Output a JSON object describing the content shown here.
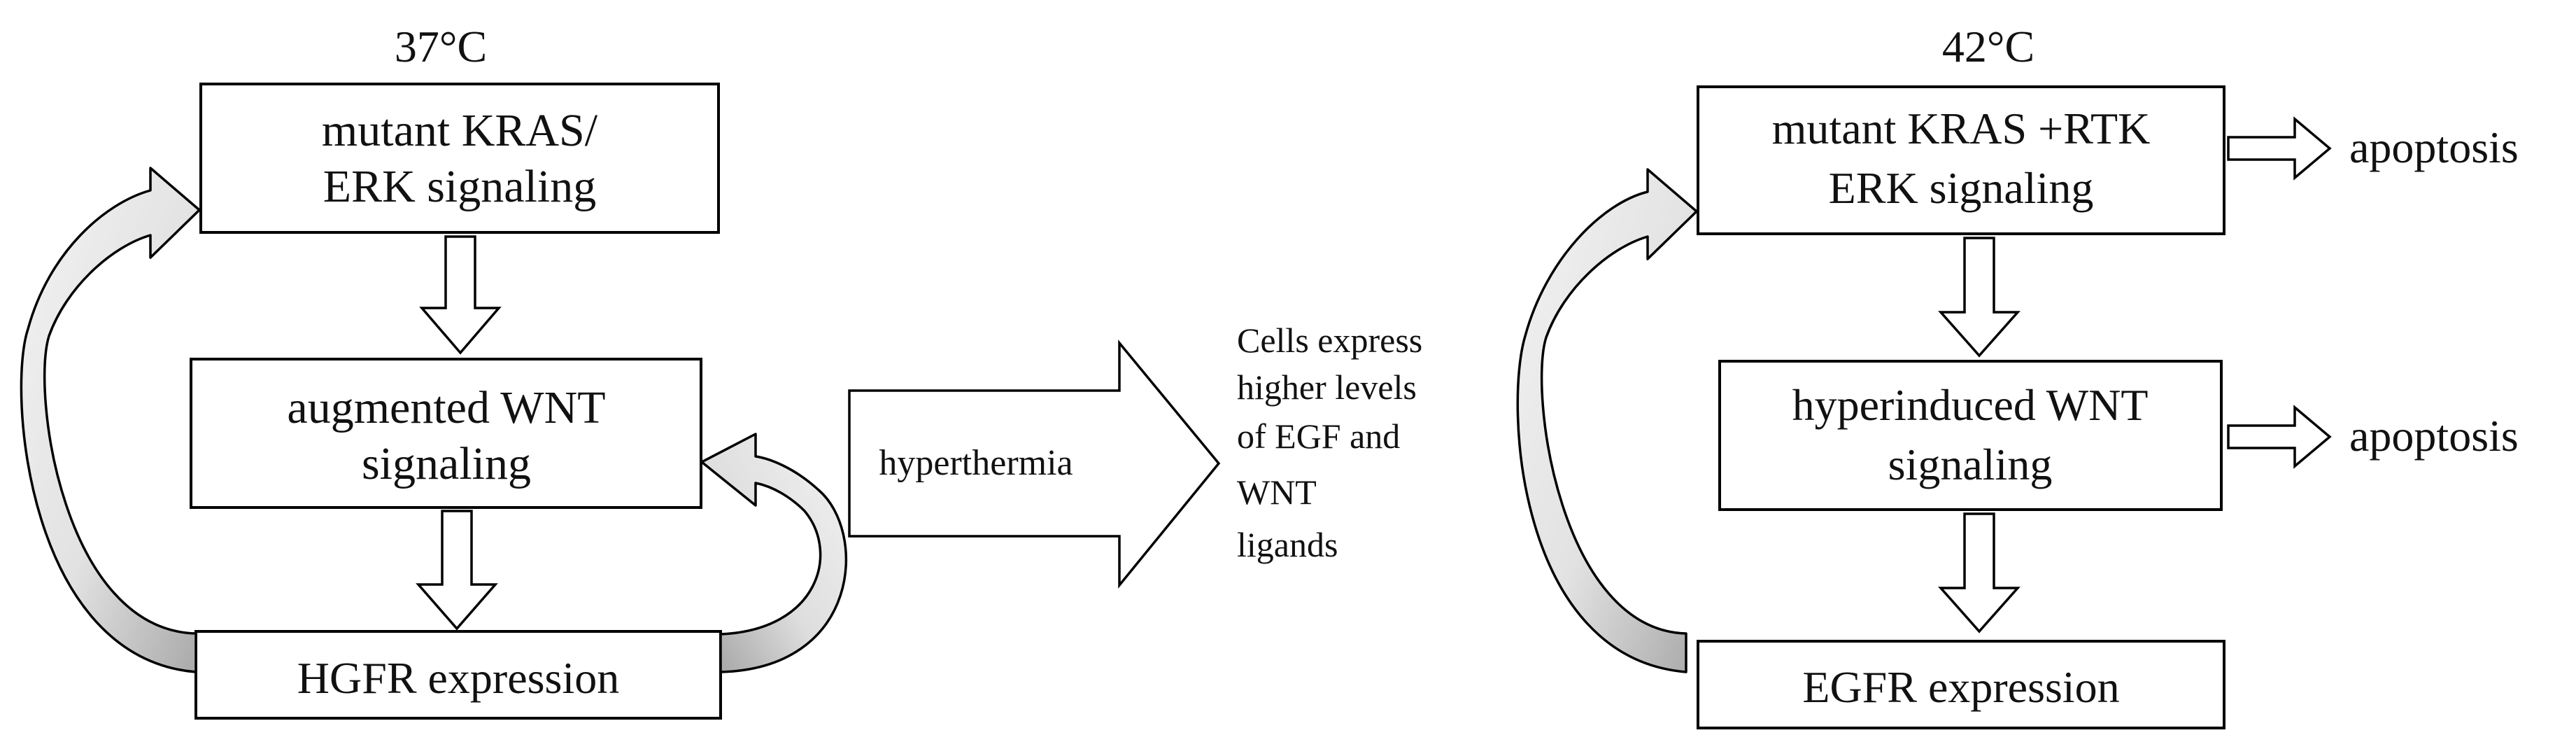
{
  "left": {
    "temperature": "37°C",
    "box1": [
      "mutant KRAS/",
      "ERK signaling"
    ],
    "box2": [
      "augmented WNT",
      "signaling"
    ],
    "box3": [
      "HGFR expression"
    ]
  },
  "middle": {
    "arrow_label": "hyperthermia",
    "note": [
      "Cells express",
      "higher levels",
      "of EGF and",
      "WNT",
      "ligands"
    ]
  },
  "right": {
    "temperature": "42°C",
    "box1": [
      "mutant KRAS +RTK",
      "ERK signaling"
    ],
    "box2": [
      "hyperinduced WNT",
      "signaling"
    ],
    "box3": [
      "EGFR expression"
    ],
    "outcome1": "apoptosis",
    "outcome2": "apoptosis"
  },
  "colors": {
    "curve_light": "#ececec",
    "curve_dark": "#bdbdbd",
    "stroke": "#000000"
  }
}
